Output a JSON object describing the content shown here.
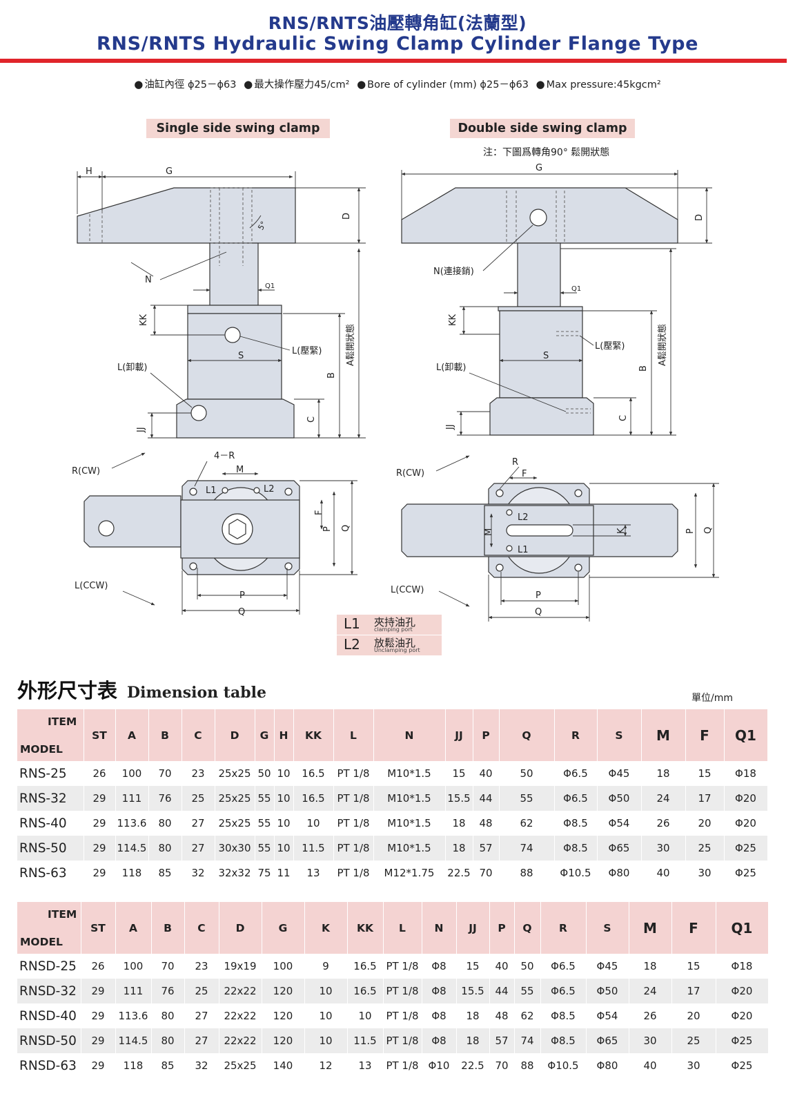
{
  "header": {
    "title_cn": "RNS/RNTS油壓轉角缸(法蘭型)",
    "title_en": "RNS/RNTS Hydraulic Swing Clamp Cylinder Flange Type"
  },
  "specs": [
    "油缸內徑 ϕ25－ϕ63",
    "最大操作壓力45/cm²",
    "Bore of cylinder (mm) ϕ25－ϕ63",
    "Max pressure:45kgcm²"
  ],
  "panels": {
    "single_label": "Single side swing clamp",
    "double_label": "Double side swing clamp",
    "double_note": "注：下圖爲轉角90° 鬆開狀態"
  },
  "diagram_labels": {
    "H": "H",
    "G": "G",
    "D": "D",
    "N": "N",
    "N_pin": "N(連接銷)",
    "Q1": "Q1",
    "KK": "KK",
    "L_clamp": "L(壓緊)",
    "L_unload": "L(卸載)",
    "S": "S",
    "B": "B",
    "A_open": "A鬆開狀態",
    "JJ": "JJ",
    "C": "C",
    "angle": "5°",
    "R_CW": "R(CW)",
    "L_CCW": "L(CCW)",
    "four_R": "4－R",
    "M": "M",
    "L1": "L1",
    "L2": "L2",
    "F": "F",
    "P": "P",
    "Q": "Q",
    "R": "R",
    "K": "K"
  },
  "legend": [
    {
      "code": "L1",
      "cn": "夾持油孔",
      "en": "clamping port"
    },
    {
      "code": "L2",
      "cn": "放鬆油孔",
      "en": "Unclamping port"
    }
  ],
  "dimension_heading": {
    "cn": "外形尺寸表",
    "en": "Dimension table"
  },
  "unit": "單位/mm",
  "table_rns": {
    "header_item": "ITEM",
    "header_model": "MODEL",
    "columns": [
      "ST",
      "A",
      "B",
      "C",
      "D",
      "G",
      "H",
      "KK",
      "L",
      "N",
      "JJ",
      "P",
      "Q",
      "R",
      "S",
      "M",
      "F",
      "Q1"
    ],
    "rows": [
      [
        "RNS-25",
        "26",
        "100",
        "70",
        "23",
        "25x25",
        "50",
        "10",
        "16.5",
        "PT 1/8",
        "M10*1.5",
        "15",
        "40",
        "50",
        "Φ6.5",
        "Φ45",
        "18",
        "15",
        "Φ18"
      ],
      [
        "RNS-32",
        "29",
        "111",
        "76",
        "25",
        "25x25",
        "55",
        "10",
        "16.5",
        "PT 1/8",
        "M10*1.5",
        "15.5",
        "44",
        "55",
        "Φ6.5",
        "Φ50",
        "24",
        "17",
        "Φ20"
      ],
      [
        "RNS-40",
        "29",
        "113.6",
        "80",
        "27",
        "25x25",
        "55",
        "10",
        "10",
        "PT 1/8",
        "M10*1.5",
        "18",
        "48",
        "62",
        "Φ8.5",
        "Φ54",
        "26",
        "20",
        "Φ20"
      ],
      [
        "RNS-50",
        "29",
        "114.5",
        "80",
        "27",
        "30x30",
        "55",
        "10",
        "11.5",
        "PT 1/8",
        "M10*1.5",
        "18",
        "57",
        "74",
        "Φ8.5",
        "Φ65",
        "30",
        "25",
        "Φ25"
      ],
      [
        "RNS-63",
        "29",
        "118",
        "85",
        "32",
        "32x32",
        "75",
        "11",
        "13",
        "PT 1/8",
        "M12*1.75",
        "22.5",
        "70",
        "88",
        "Φ10.5",
        "Φ80",
        "40",
        "30",
        "Φ25"
      ]
    ]
  },
  "table_rnsd": {
    "header_item": "ITEM",
    "header_model": "MODEL",
    "columns": [
      "ST",
      "A",
      "B",
      "C",
      "D",
      "G",
      "K",
      "KK",
      "L",
      "N",
      "JJ",
      "P",
      "Q",
      "R",
      "S",
      "M",
      "F",
      "Q1"
    ],
    "rows": [
      [
        "RNSD-25",
        "26",
        "100",
        "70",
        "23",
        "19x19",
        "100",
        "9",
        "16.5",
        "PT 1/8",
        "Φ8",
        "15",
        "40",
        "50",
        "Φ6.5",
        "Φ45",
        "18",
        "15",
        "Φ18"
      ],
      [
        "RNSD-32",
        "29",
        "111",
        "76",
        "25",
        "22x22",
        "120",
        "10",
        "16.5",
        "PT 1/8",
        "Φ8",
        "15.5",
        "44",
        "55",
        "Φ6.5",
        "Φ50",
        "24",
        "17",
        "Φ20"
      ],
      [
        "RNSD-40",
        "29",
        "113.6",
        "80",
        "27",
        "22x22",
        "120",
        "10",
        "10",
        "PT 1/8",
        "Φ8",
        "18",
        "48",
        "62",
        "Φ8.5",
        "Φ54",
        "26",
        "20",
        "Φ20"
      ],
      [
        "RNSD-50",
        "29",
        "114.5",
        "80",
        "27",
        "22x22",
        "120",
        "10",
        "11.5",
        "PT 1/8",
        "Φ8",
        "18",
        "57",
        "74",
        "Φ8.5",
        "Φ65",
        "30",
        "25",
        "Φ25"
      ],
      [
        "RNSD-63",
        "29",
        "118",
        "85",
        "32",
        "25x25",
        "140",
        "12",
        "13",
        "PT 1/8",
        "Φ10",
        "22.5",
        "70",
        "88",
        "Φ10.5",
        "Φ80",
        "40",
        "30",
        "Φ25"
      ]
    ]
  }
}
